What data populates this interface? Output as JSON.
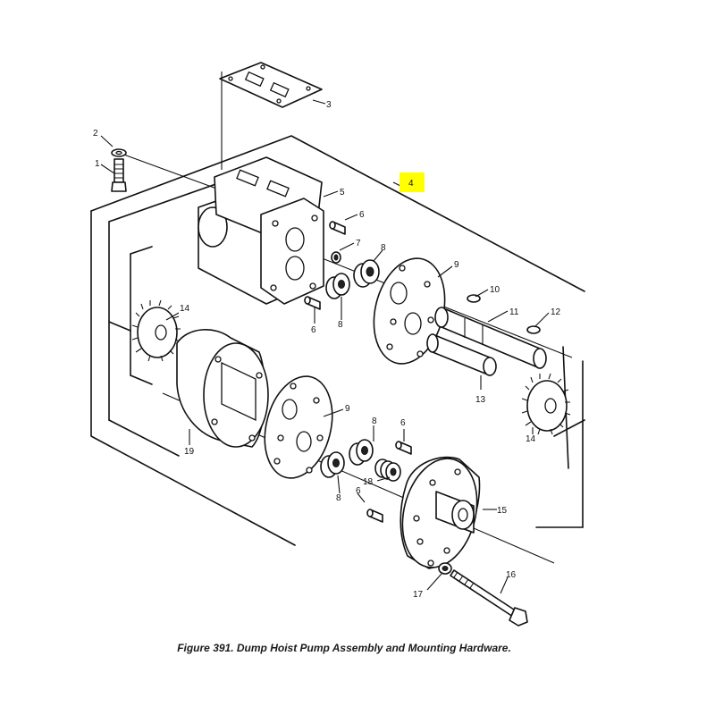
{
  "figure": {
    "caption": "Figure 391. Dump Hoist Pump Assembly and Mounting Hardware."
  },
  "callouts": {
    "c1": "1",
    "c2": "2",
    "c3": "3",
    "c4": "4",
    "c5": "5",
    "c6a": "6",
    "c6b": "6",
    "c6c": "6",
    "c6d": "6",
    "c7": "7",
    "c8a": "8",
    "c8b": "8",
    "c8c": "8",
    "c8d": "8",
    "c9a": "9",
    "c9b": "9",
    "c10": "10",
    "c11": "11",
    "c12": "12",
    "c13": "13",
    "c14a": "14",
    "c14b": "14",
    "c15": "15",
    "c16": "16",
    "c17": "17",
    "c18": "18",
    "c19": "19"
  },
  "highlight_color": "#ffff00"
}
